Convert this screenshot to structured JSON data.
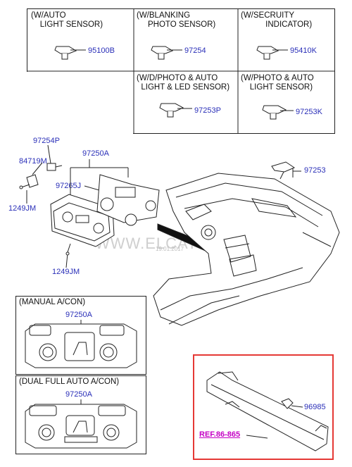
{
  "sensor_table": {
    "cells": [
      {
        "title": "(W/AUTO\n    LIGHT SENSOR)",
        "part": "95100B"
      },
      {
        "title": "(W/BLANKING\n     PHOTO SENSOR)",
        "part": "97254"
      },
      {
        "title": "(W/SECRUITY\n           INDICATOR)",
        "part": "95410K"
      },
      {
        "title": "(W/D/PHOTO & AUTO\n  LIGHT & LED SENSOR)",
        "part": "97253P"
      },
      {
        "title": "(W/PHOTO & AUTO\n    LIGHT SENSOR)",
        "part": "97253K"
      }
    ]
  },
  "main_parts": {
    "p97254P": "97254P",
    "p84719M": "84719M",
    "p97250A": "97250A",
    "p97265J": "97265J",
    "p1249JM_a": "1249JM",
    "p1249JM_b": "1249JM",
    "p97253": "97253"
  },
  "watermark": {
    "text": "WWW.ELCATS.RU",
    "date": "19.01.2017"
  },
  "manual_box": {
    "title": "(MANUAL A/CON)",
    "part": "97250A"
  },
  "auto_box": {
    "title": "(DUAL FULL AUTO A/CON)",
    "part": "97250A"
  },
  "ref_box": {
    "part": "96985",
    "ref": "REF.86-865",
    "border_color": "#e53935"
  }
}
